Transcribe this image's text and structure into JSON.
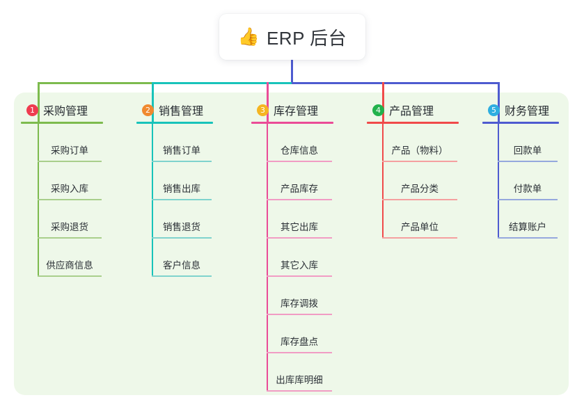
{
  "root": {
    "icon": "thumbs-up-emoji",
    "emoji": "👍",
    "title": "ERP 后台"
  },
  "canvas": {
    "background_color": "#eef8e9",
    "page_background_color": "#ffffff"
  },
  "trunk": {
    "stem_color": "#4e5bd0",
    "bus_segments": [
      {
        "color": "#7dbb4e"
      },
      {
        "color": "#18c3ba"
      },
      {
        "color": "#4e5bd0"
      }
    ]
  },
  "columns": [
    {
      "number": "1",
      "title": "采购管理",
      "badge_color": "#ef3b4f",
      "line_color": "#7dbb4e",
      "leaf_line_color": "#a9cf8c",
      "drop_color": "#7dbb4e",
      "items": [
        {
          "label": "采购订单"
        },
        {
          "label": "采购入库"
        },
        {
          "label": "采购退货"
        },
        {
          "label": "供应商信息"
        }
      ]
    },
    {
      "number": "2",
      "title": "销售管理",
      "badge_color": "#f0892f",
      "line_color": "#18c3ba",
      "leaf_line_color": "#7fd3cd",
      "drop_color": "#18c3ba",
      "items": [
        {
          "label": "销售订单"
        },
        {
          "label": "销售出库"
        },
        {
          "label": "销售退货"
        },
        {
          "label": "客户信息"
        }
      ]
    },
    {
      "number": "3",
      "title": "库存管理",
      "badge_color": "#f5b521",
      "line_color": "#ea4c97",
      "leaf_line_color": "#f19cc4",
      "drop_color": "#ea4c97",
      "items": [
        {
          "label": "仓库信息"
        },
        {
          "label": "产品库存"
        },
        {
          "label": "其它出库"
        },
        {
          "label": "其它入库"
        },
        {
          "label": "库存调拨"
        },
        {
          "label": "库存盘点"
        },
        {
          "label": "出库库明细"
        }
      ]
    },
    {
      "number": "4",
      "title": "产品管理",
      "badge_color": "#22b24c",
      "line_color": "#f04a4a",
      "leaf_line_color": "#f5a0a0",
      "drop_color": "#f04a4a",
      "items": [
        {
          "label": "产品（物料）"
        },
        {
          "label": "产品分类"
        },
        {
          "label": "产品单位"
        }
      ]
    },
    {
      "number": "5",
      "title": "财务管理",
      "badge_color": "#2eaee0",
      "line_color": "#4e5bd0",
      "leaf_line_color": "#95a8dd",
      "drop_color": "#4e5bd0",
      "items": [
        {
          "label": "回款单"
        },
        {
          "label": "付款单"
        },
        {
          "label": "结算账户"
        }
      ]
    }
  ]
}
